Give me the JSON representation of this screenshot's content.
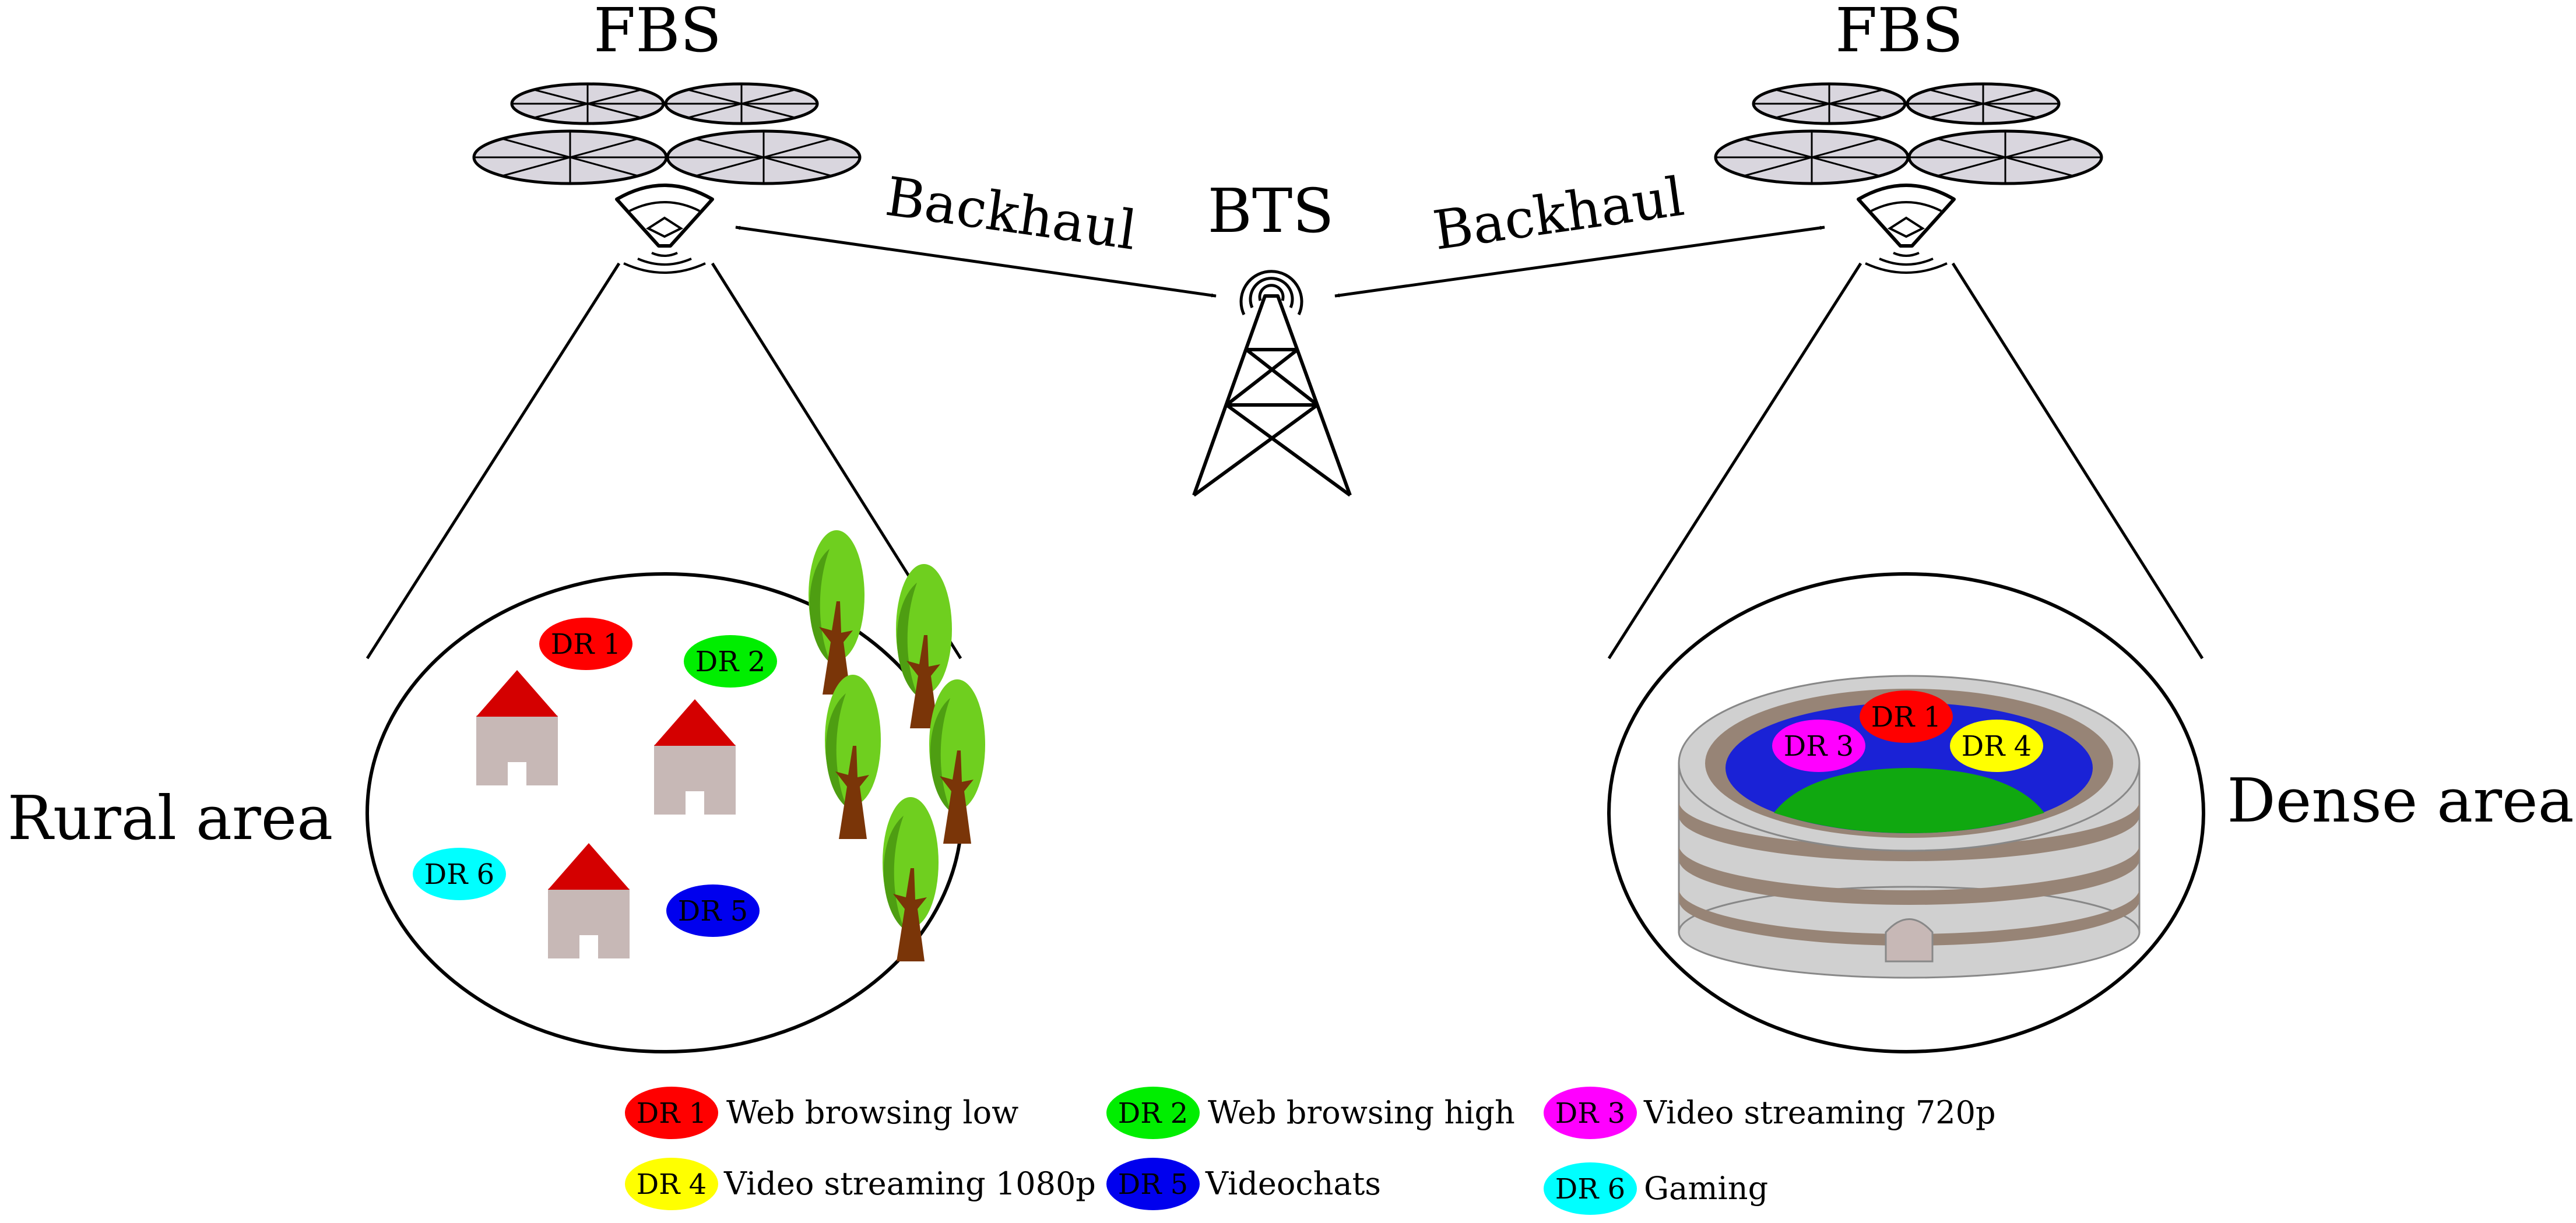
{
  "labels": {
    "fbs_left": "FBS",
    "fbs_right": "FBS",
    "bts": "BTS",
    "backhaul_left": "Backhaul",
    "backhaul_right": "Backhaul",
    "rural_area": "Rural area",
    "dense_area": "Dense area"
  },
  "colors": {
    "dr1": "#ff0000",
    "dr2": "#00ee00",
    "dr3": "#ff00ff",
    "dr4": "#ffff00",
    "dr5": "#0000ee",
    "dr6": "#00ffff",
    "house_wall": "#c7b8b6",
    "house_roof": "#d40000",
    "tree_leaf": "#6fcf1f",
    "tree_trunk": "#7a3508",
    "stadium_gray": "#d0d0d0",
    "stadium_brown": "#978476",
    "stadium_field": "#10a810",
    "stadium_stand": "#1a22d6",
    "rotor": "#d9d6de"
  },
  "rural": {
    "badges": {
      "dr1": "DR 1",
      "dr2": "DR 2",
      "dr5": "DR 5",
      "dr6": "DR 6"
    }
  },
  "dense": {
    "badges": {
      "dr1": "DR 1",
      "dr3": "DR 3",
      "dr4": "DR 4"
    }
  },
  "legend": {
    "items": [
      {
        "badge": "DR 1",
        "label": "Web browsing low"
      },
      {
        "badge": "DR 2",
        "label": "Web browsing high"
      },
      {
        "badge": "DR 3",
        "label": "Video streaming 720p"
      },
      {
        "badge": "DR 4",
        "label": "Video streaming 1080p"
      },
      {
        "badge": "DR 5",
        "label": "Videochats"
      },
      {
        "badge": "DR 6",
        "label": "Gaming"
      }
    ]
  }
}
